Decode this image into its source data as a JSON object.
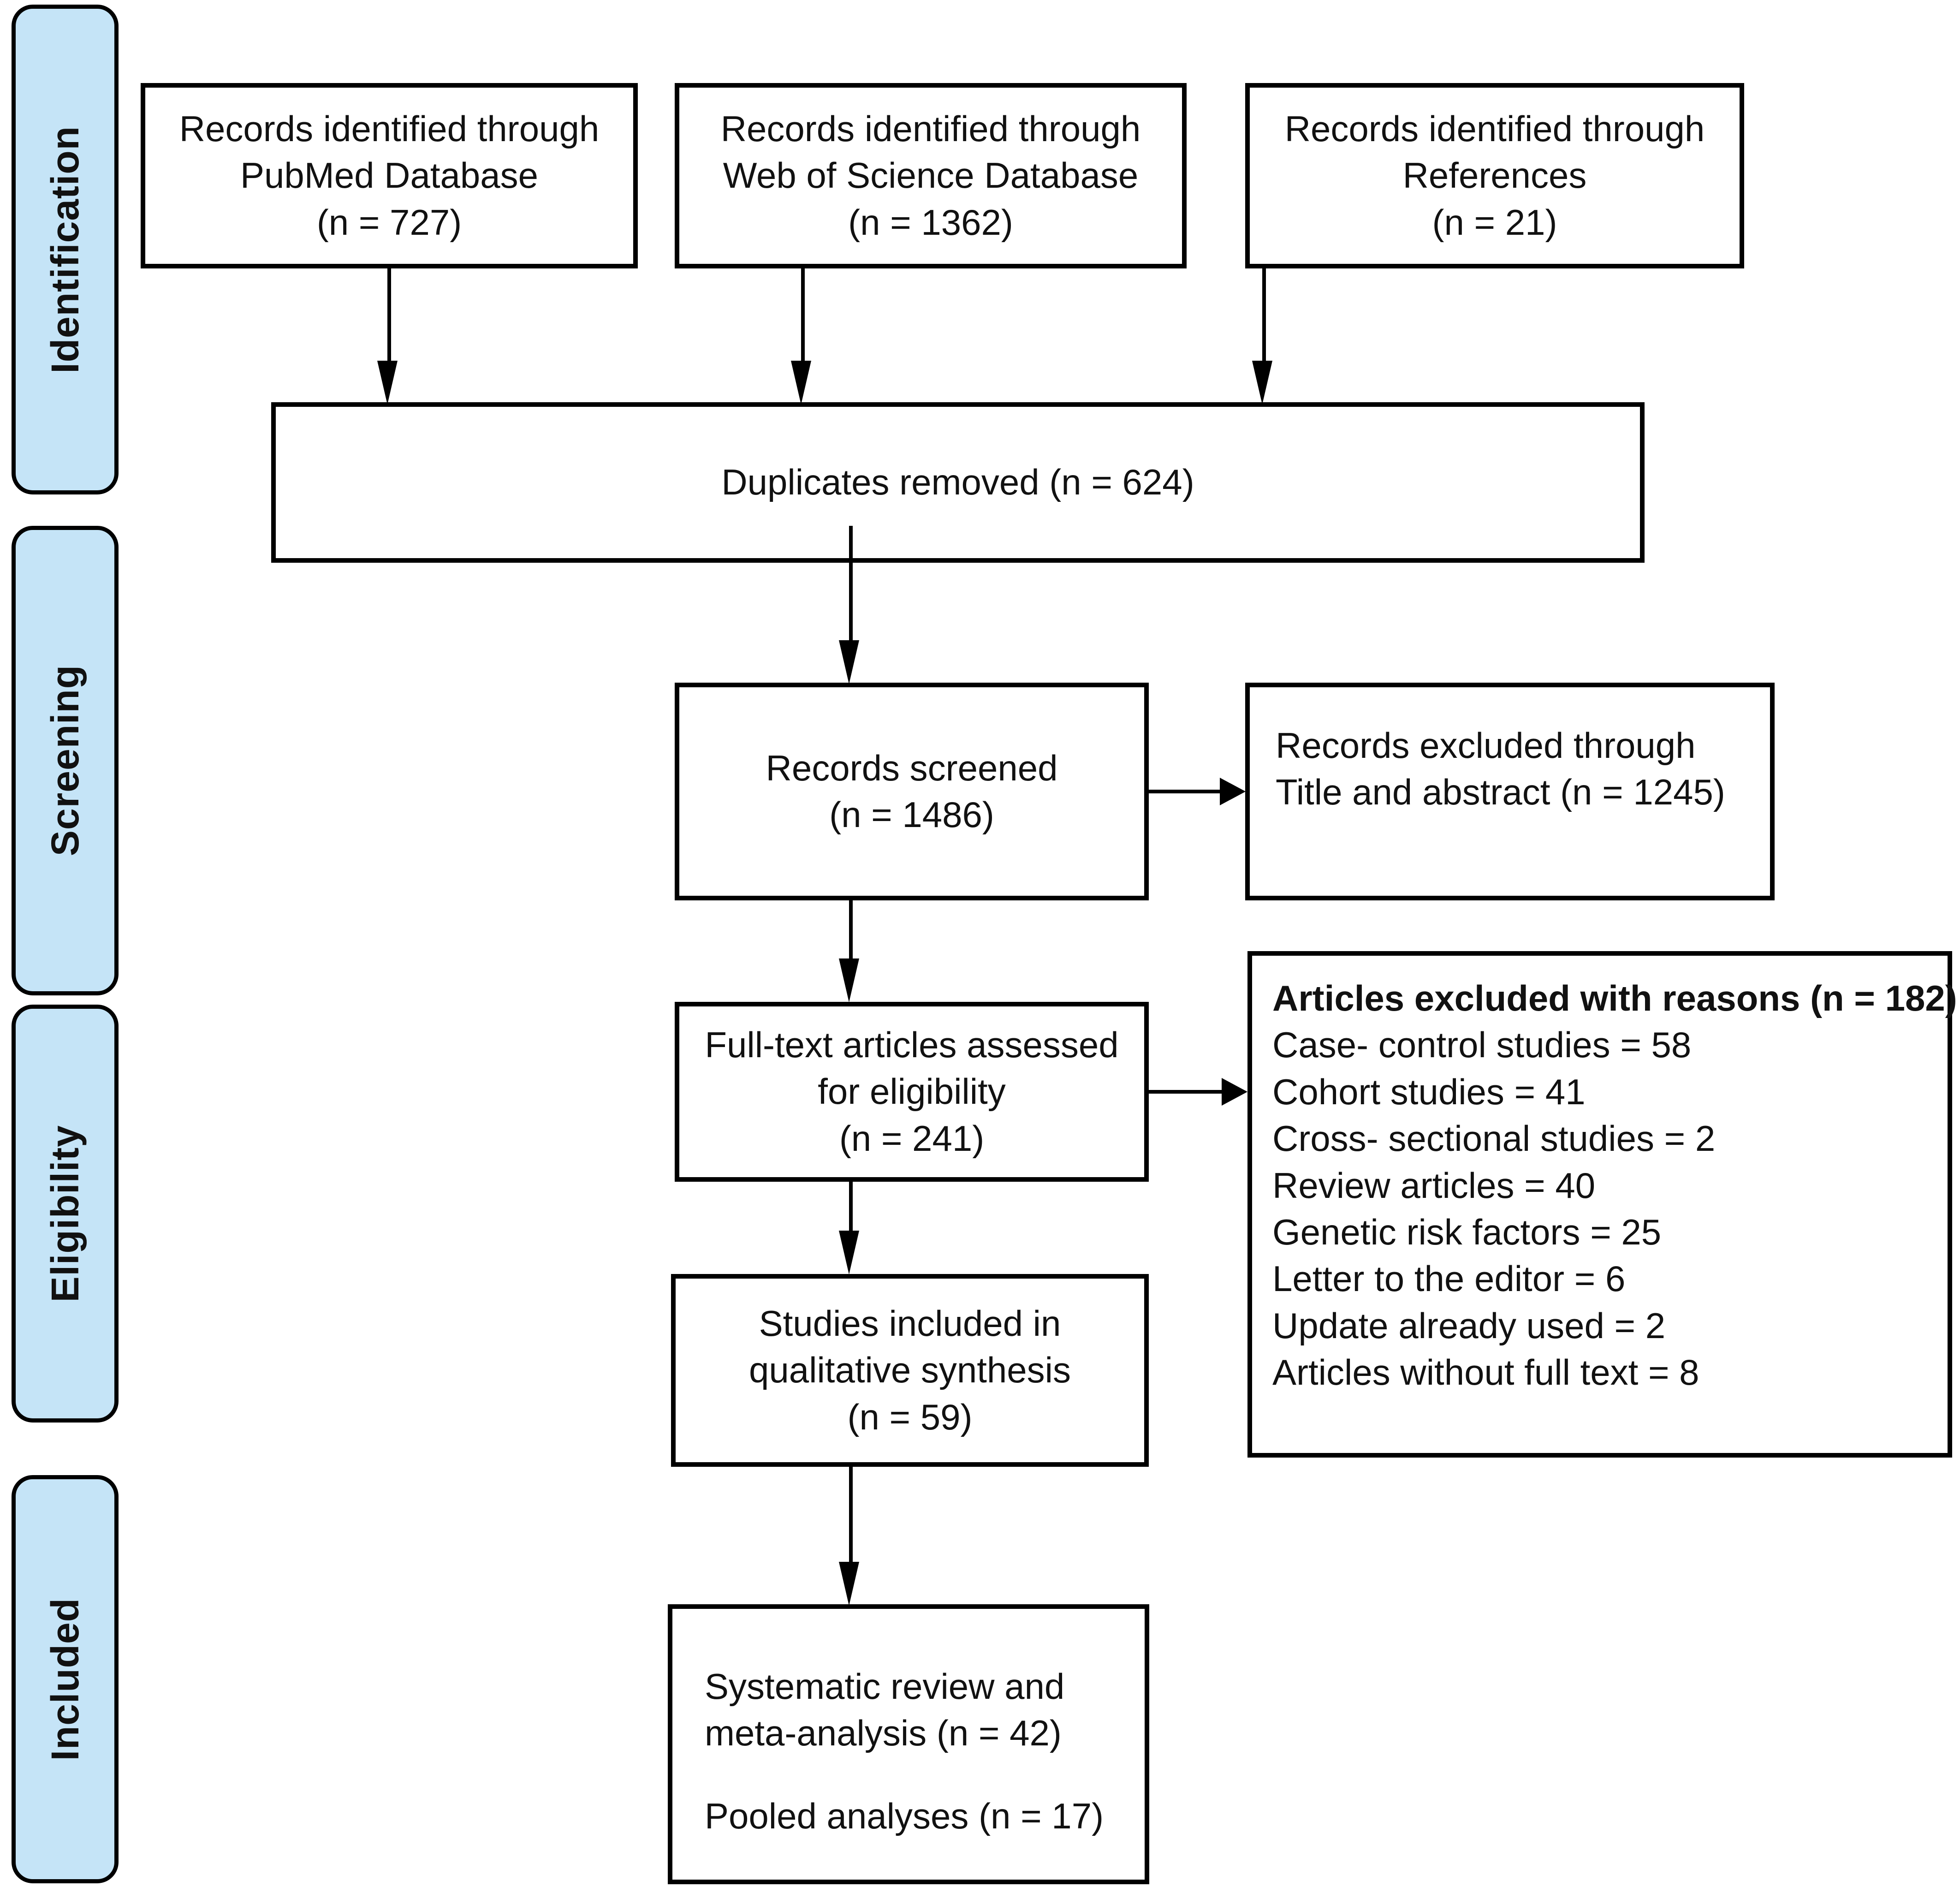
{
  "diagram": {
    "type": "prisma-flow-diagram",
    "stages": [
      {
        "id": "identification",
        "label": "Identification"
      },
      {
        "id": "screening",
        "label": "Screening"
      },
      {
        "id": "eligibility",
        "label": "Eligibility"
      },
      {
        "id": "included",
        "label": "Included"
      }
    ],
    "accent_color": "#c5e4f7",
    "border_color": "#000000",
    "text_color": "#111111"
  },
  "boxes": {
    "pubmed": {
      "line1": "Records identified through",
      "line2": "PubMed Database",
      "line3": "(n = 727)",
      "n": 727
    },
    "wos": {
      "line1": "Records identified through",
      "line2": "Web of Science Database",
      "line3": "(n = 1362)",
      "n": 1362
    },
    "references": {
      "line1": "Records identified through",
      "line2": "References",
      "line3": "(n = 21)",
      "n": 21
    },
    "duplicates": {
      "line1": "Duplicates removed (n = 624)",
      "n": 624
    },
    "screened": {
      "line1": "Records screened",
      "line2": "(n = 1486)",
      "n": 1486
    },
    "excluded_title_abstract": {
      "line1": "Records excluded through",
      "line2": "Title and abstract (n = 1245)",
      "n": 1245
    },
    "fulltext": {
      "line1": "Full-text articles assessed",
      "line2": "for eligibility",
      "line3": "(n = 241)",
      "n": 241
    },
    "excluded_reasons": {
      "heading": "Articles excluded with reasons (n = 182)",
      "n": 182,
      "reasons": [
        {
          "label": "Case- control studies = 58",
          "count": 58
        },
        {
          "label": "Cohort studies = 41",
          "count": 41
        },
        {
          "label": "Cross- sectional studies = 2",
          "count": 2
        },
        {
          "label": "Review articles = 40",
          "count": 40
        },
        {
          "label": "Genetic risk factors = 25",
          "count": 25
        },
        {
          "label": "Letter to the editor = 6",
          "count": 6
        },
        {
          "label": "Update already used = 2",
          "count": 2
        },
        {
          "label": "Articles without full text = 8",
          "count": 8
        }
      ]
    },
    "qualitative": {
      "line1": "Studies included in",
      "line2": "qualitative synthesis",
      "line3": "(n = 59)",
      "n": 59
    },
    "final": {
      "line1": "Systematic review and",
      "line2": "meta-analysis (n = 42)",
      "line3": "Pooled analyses (n = 17)",
      "n_meta": 42,
      "n_pooled": 17
    }
  }
}
